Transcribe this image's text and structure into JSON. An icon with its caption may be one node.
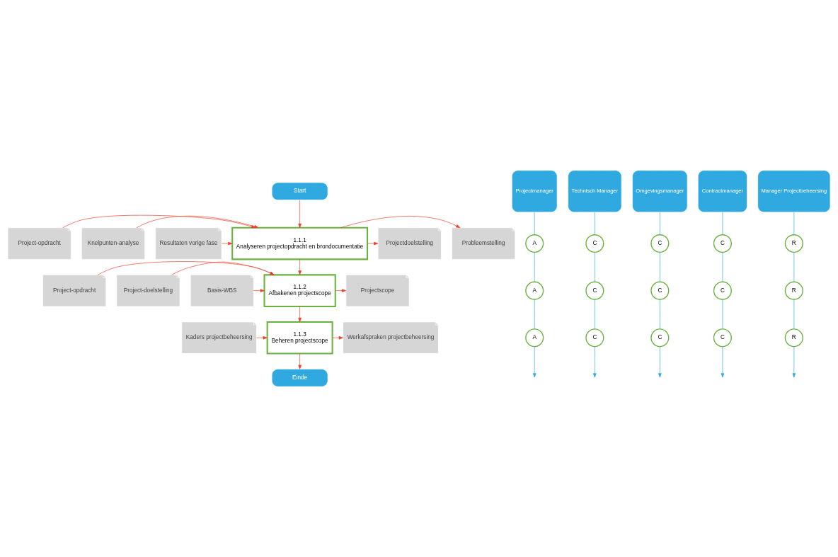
{
  "diagram": {
    "nodes": [
      {
        "text": [
          "Start"
        ]
      },
      {
        "text": [
          "Project-opdracht"
        ]
      },
      {
        "text": [
          "Knelpunten-analyse"
        ]
      },
      {
        "text": [
          "Resultaten vorige fase"
        ]
      },
      {
        "text": [
          "1.1.1",
          "Analyseren projectopdracht en brondocumentatie"
        ]
      },
      {
        "text": [
          "Probleemstelling"
        ]
      },
      {
        "text": [
          "Projectdoelstelling"
        ]
      },
      {
        "text": [
          "Project-opdracht"
        ]
      },
      {
        "text": [
          "Project-doelstelling"
        ]
      },
      {
        "text": [
          "Basis-WBS"
        ]
      },
      {
        "text": [
          "1.1.2",
          "Afbakenen projectscope"
        ]
      },
      {
        "text": [
          "Projectscope"
        ]
      },
      {
        "text": [
          "Kaders projectbeheersing"
        ]
      },
      {
        "text": [
          "1.1.3",
          "Beheren projectscope"
        ]
      },
      {
        "text": [
          "Werkafspraken projectbeheersing"
        ]
      },
      {
        "text": [
          "Einde"
        ]
      },
      {
        "text": [
          "Projectmanager"
        ]
      },
      {
        "text": [
          "Technisch Manager"
        ]
      },
      {
        "text": [
          "Omgevingsmanager"
        ]
      },
      {
        "text": [
          "Contractmanager"
        ]
      },
      {
        "text": [
          "Manager Projectbeheersing"
        ]
      },
      {
        "text": [
          "A"
        ]
      },
      {
        "text": [
          "C"
        ]
      },
      {
        "text": [
          "C"
        ]
      },
      {
        "text": [
          "C"
        ]
      },
      {
        "text": [
          "R"
        ]
      },
      {
        "text": [
          "A"
        ]
      },
      {
        "text": [
          "C"
        ]
      },
      {
        "text": [
          "C"
        ]
      },
      {
        "text": [
          "C"
        ]
      },
      {
        "text": [
          "R"
        ]
      },
      {
        "text": [
          "A"
        ]
      },
      {
        "text": [
          "C"
        ]
      },
      {
        "text": [
          "C"
        ]
      },
      {
        "text": [
          "C"
        ]
      },
      {
        "text": [
          "R"
        ]
      }
    ],
    "edges": [
      {
        "from": 0,
        "to": 4,
        "arrow": "to",
        "color": "#e8412c"
      },
      {
        "from": 1,
        "to": 4,
        "arrow": "to",
        "color": "#e8412c"
      },
      {
        "from": 2,
        "to": 4,
        "arrow": "to",
        "color": "#e8412c"
      },
      {
        "from": 3,
        "to": 4,
        "arrow": "to",
        "color": "#e8412c"
      },
      {
        "from": 4,
        "to": 5,
        "arrow": "to",
        "color": "#e8412c"
      },
      {
        "from": 4,
        "to": 6,
        "arrow": "to",
        "color": "#e8412c"
      },
      {
        "from": 4,
        "to": 10,
        "arrow": "to",
        "color": "#e8412c"
      },
      {
        "from": 7,
        "to": 10,
        "arrow": "to",
        "color": "#e8412c"
      },
      {
        "from": 8,
        "to": 10,
        "arrow": "to",
        "color": "#e8412c"
      },
      {
        "from": 9,
        "to": 10,
        "arrow": "to",
        "color": "#e8412c"
      },
      {
        "from": 10,
        "to": 11,
        "arrow": "to",
        "color": "#e8412c"
      },
      {
        "from": 10,
        "to": 13,
        "arrow": "to",
        "color": "#e8412c"
      },
      {
        "from": 12,
        "to": 13,
        "arrow": "to",
        "color": "#e8412c"
      },
      {
        "from": 13,
        "to": 14,
        "arrow": "to",
        "color": "#e8412c"
      },
      {
        "from": 13,
        "to": 15,
        "arrow": "to",
        "color": "#e8412c"
      },
      {
        "from": 16,
        "to": 21,
        "arrow": "none"
      },
      {
        "from": 21,
        "to": 26,
        "arrow": "none"
      },
      {
        "from": 26,
        "to": 31,
        "arrow": "none"
      },
      {
        "from": 31,
        "to": null,
        "arrow": "to"
      },
      {
        "from": 17,
        "to": 22,
        "arrow": "none"
      },
      {
        "from": 22,
        "to": 27,
        "arrow": "none"
      },
      {
        "from": 27,
        "to": 32,
        "arrow": "none"
      },
      {
        "from": 32,
        "to": null,
        "arrow": "to"
      },
      {
        "from": 18,
        "to": 23,
        "arrow": "none"
      },
      {
        "from": 23,
        "to": 28,
        "arrow": "none"
      },
      {
        "from": 28,
        "to": 33,
        "arrow": "none"
      },
      {
        "from": 33,
        "to": null,
        "arrow": "to"
      },
      {
        "from": 19,
        "to": 24,
        "arrow": "none"
      },
      {
        "from": 24,
        "to": 29,
        "arrow": "none"
      },
      {
        "from": 29,
        "to": 34,
        "arrow": "none"
      },
      {
        "from": 34,
        "to": null,
        "arrow": "to"
      },
      {
        "from": 20,
        "to": 25,
        "arrow": "none"
      },
      {
        "from": 25,
        "to": 30,
        "arrow": "none"
      },
      {
        "from": 30,
        "to": 35,
        "arrow": "none"
      },
      {
        "from": 35,
        "to": null,
        "arrow": "to"
      }
    ]
  }
}
